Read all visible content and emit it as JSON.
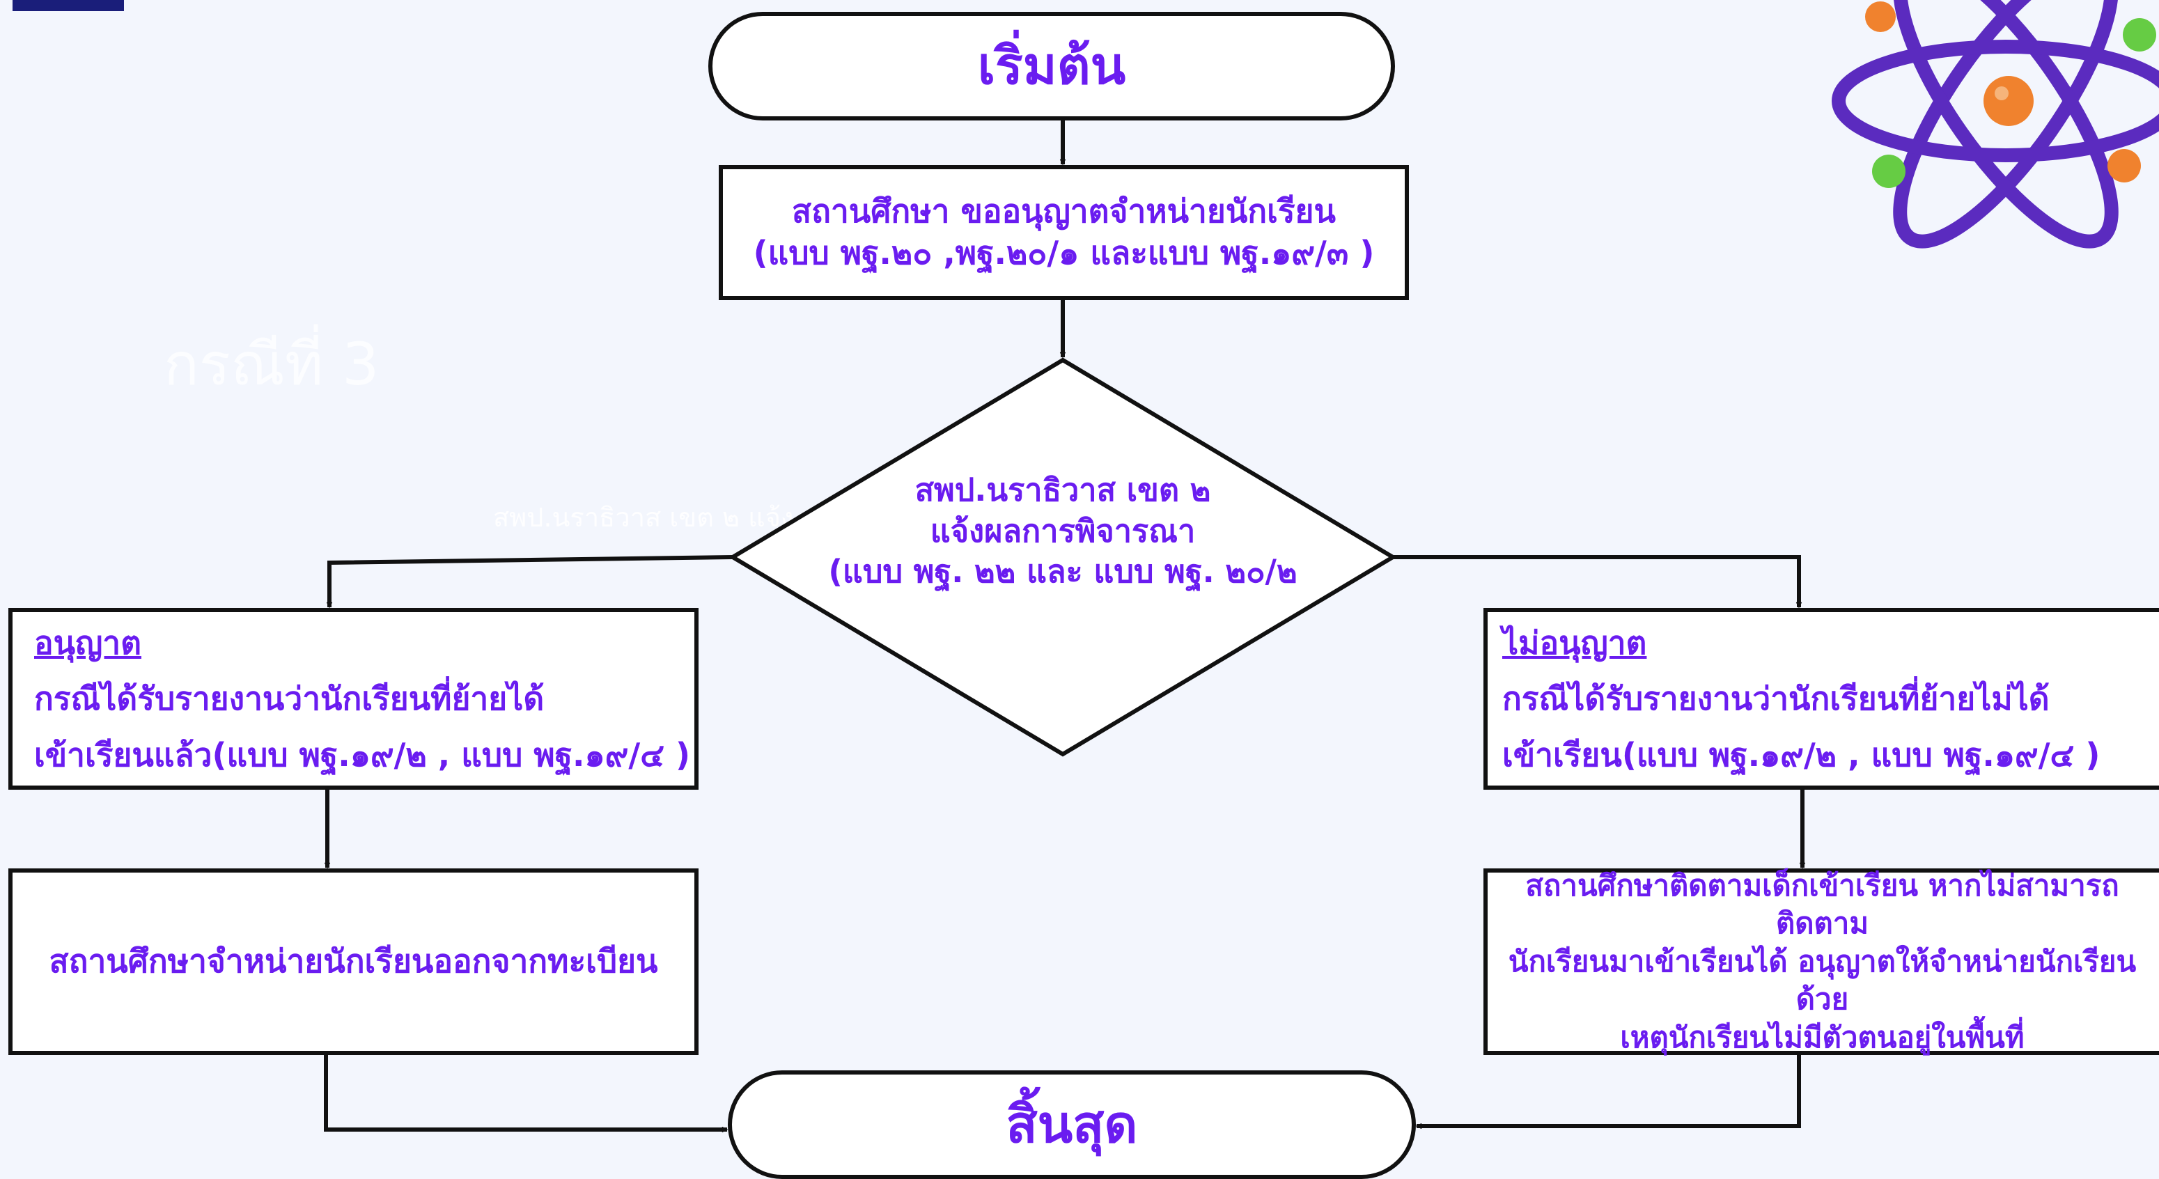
{
  "colors": {
    "background": "#f3f6fd",
    "text": "#6a1cf0",
    "stroke": "#111111",
    "atom_orbit": "#5b2bbf",
    "atom_nucleus": "#f0822e",
    "atom_green": "#66cc44",
    "corner_mark": "#1a1e7a"
  },
  "icons": {
    "decoration": "atom-icon"
  },
  "ghost_text": {
    "case_label": "กรณีที่ 3",
    "overlay_line": "สพป.นราธิวาส เขต ๒ แจ้ง"
  },
  "flowchart": {
    "start": {
      "label": "เริ่มต้น"
    },
    "request": {
      "lines": [
        "สถานศึกษา ขออนุญาตจำหน่ายนักเรียน",
        "(แบบ พฐ.๒๐ ,พฐ.๒๐/๑ และแบบ พฐ.๑๙/๓ )"
      ]
    },
    "decision": {
      "lines": [
        "สพป.นราธิวาส เขต ๒",
        "แจ้งผลการพิจารณา",
        "(แบบ พฐ. ๒๒ และ แบบ พฐ. ๒๐/๒"
      ]
    },
    "approved": {
      "heading": "อนุญาต",
      "lines": [
        "กรณีได้รับรายงานว่านักเรียนที่ย้ายได้",
        "เข้าเรียนแล้ว(แบบ พฐ.๑๙/๒ , แบบ พฐ.๑๙/๔ )"
      ]
    },
    "not_approved": {
      "heading": "ไม่อนุญาต",
      "lines": [
        "กรณีได้รับรายงานว่านักเรียนที่ย้ายไม่ได้",
        "เข้าเรียน(แบบ พฐ.๑๙/๒ , แบบ พฐ.๑๙/๔ )"
      ]
    },
    "remove_student": {
      "label": "สถานศึกษาจำหน่ายนักเรียนออกจากทะเบียน"
    },
    "follow_up": {
      "lines": [
        "สถานศึกษาติดตามเด็กเข้าเรียน หากไม่สามารถติดตาม",
        "นักเรียนมาเข้าเรียนได้ อนุญาตให้จำหน่ายนักเรียน ด้วย",
        "เหตุนักเรียนไม่มีตัวตนอยู่ในพื้นที่"
      ]
    },
    "end": {
      "label": "สิ้นสุด"
    }
  }
}
